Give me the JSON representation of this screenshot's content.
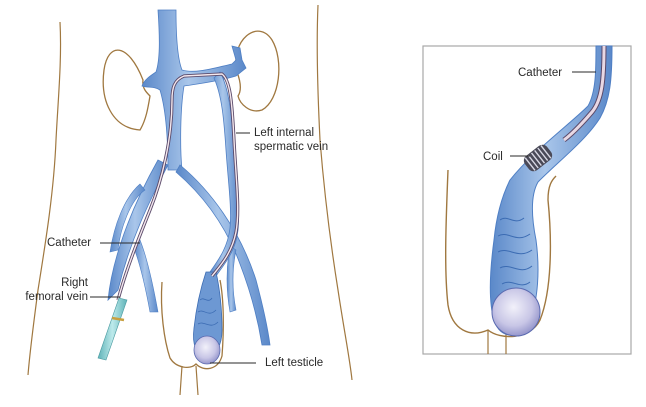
{
  "main_view": {
    "labels": {
      "left_internal_spermatic_vein_line1": "Left internal",
      "left_internal_spermatic_vein_line2": "spermatic vein",
      "catheter": "Catheter",
      "right_femoral_vein_line1": "Right",
      "right_femoral_vein_line2": "femoral vein",
      "left_testicle": "Left testicle"
    }
  },
  "inset_view": {
    "labels": {
      "catheter": "Catheter",
      "coil": "Coil"
    }
  },
  "colors": {
    "vein_fill": "#8fb3e0",
    "vein_dark": "#4f7fc4",
    "vein_light": "#c4d8f1",
    "body_outline": "#a07840",
    "catheter_outer": "#5a4a6a",
    "catheter_inner": "#f4e8ee",
    "sheath": "#8fd0d4",
    "testicle": "#c9c8e6",
    "coil": "#2d2d36",
    "leader_line": "#2a2a2a",
    "inset_border": "#a8a8a8"
  }
}
